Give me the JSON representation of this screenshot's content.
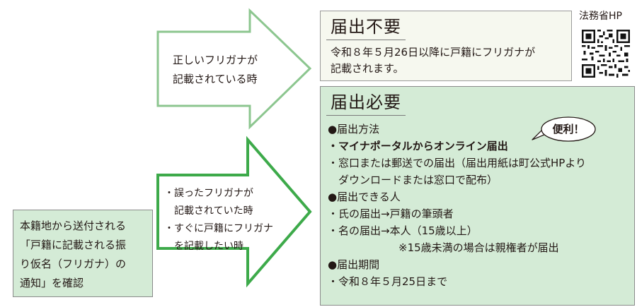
{
  "arrow_top": {
    "lines": [
      "正しいフリガナが",
      "記載されている時"
    ]
  },
  "arrow_bottom": {
    "lines": [
      "・誤ったフリガナが",
      "　記載されていた時",
      "・すぐに戸籍にフリガナ",
      "　を記載したい時"
    ]
  },
  "note": {
    "lines": [
      "本籍地から送付される",
      "「戸籍に記載される振",
      "り仮名（フリガナ）の",
      "通知」を確認"
    ]
  },
  "not_required": {
    "title": "届出不要",
    "body": [
      "令和８年５月26日以降に戸籍にフリガナが",
      "記載されます。"
    ]
  },
  "required": {
    "title": "届出必要",
    "method_heading": "●届出方法",
    "method_online": "・マイナポータルからオンライン届出",
    "method_counter": [
      "・窓口または郵送での届出（届出用紙は町公式HPより",
      "　ダウンロードまたは窓口で配布）"
    ],
    "who_heading": "●届出できる人",
    "who_items": [
      "・氏の届出→戸籍の筆頭者",
      "・名の届出→本人（15歳以上）"
    ],
    "who_note": "※15歳未満の場合は親権者が届出",
    "period_heading": "●届出期間",
    "period_value": "・令和８年５月25日まで"
  },
  "bubble": {
    "label": "便利！"
  },
  "qr": {
    "label": "法務省HP"
  },
  "colors": {
    "arrow_light_border": "#8cc68f",
    "arrow_dark_border": "#3daa4a",
    "box_green": "#d4ebd6",
    "box_light": "#f6f8ef"
  }
}
